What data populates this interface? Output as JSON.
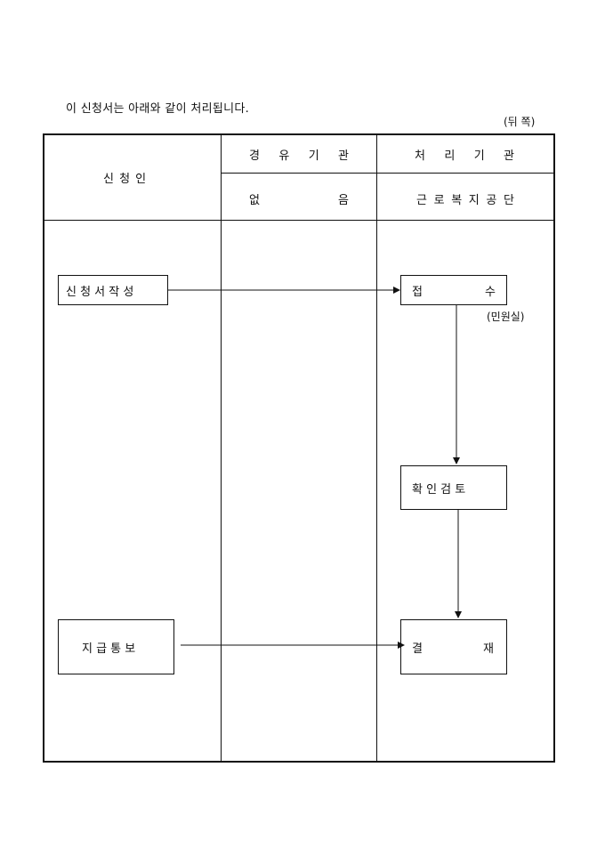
{
  "intro_text": "이 신청서는 아래와 같이 처리됩니다.",
  "page_note": "(뒤 쪽)",
  "header": {
    "applicant_label": "신 청 인",
    "via_agency": {
      "label_chars": [
        "경",
        "유",
        "기",
        "관"
      ],
      "value_chars": [
        "없",
        "음"
      ]
    },
    "processing_agency": {
      "label_chars": [
        "처",
        "리",
        "기",
        "관"
      ],
      "value_chars": [
        "근",
        "로",
        "복",
        "지",
        "공",
        "단"
      ]
    }
  },
  "flow": {
    "write_application": "신 청 서 작 성",
    "receipt_chars": [
      "접",
      "수"
    ],
    "receipt_note": "(민원실)",
    "review": "확 인 검 토",
    "approval_chars": [
      "결",
      "재"
    ],
    "payment_notice": "지 급 통 보"
  }
}
